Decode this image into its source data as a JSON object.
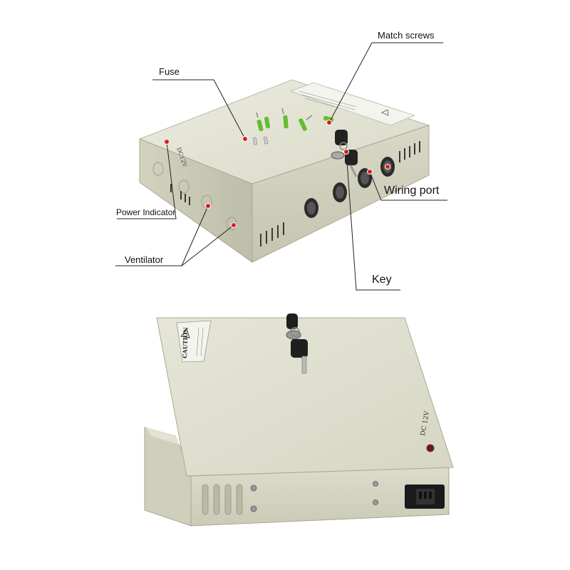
{
  "callouts": {
    "match_screws": "Match screws",
    "fuse": "Fuse",
    "wiring_port": "Wiring port",
    "power_indicator": "Power Indicator",
    "ventilator": "Ventilator",
    "key": "Key"
  },
  "device_markings": {
    "dc_label_top": "DC12V",
    "caution_label": "CAUTION",
    "dc_label_bottom": "DC 12V"
  },
  "colors": {
    "enclosure": "#e3e3d2",
    "enclosure_shade": "#c9c9b6",
    "indicator_dot": "#d81e1e",
    "green_plug": "#66bb33",
    "background": "#ffffff"
  }
}
